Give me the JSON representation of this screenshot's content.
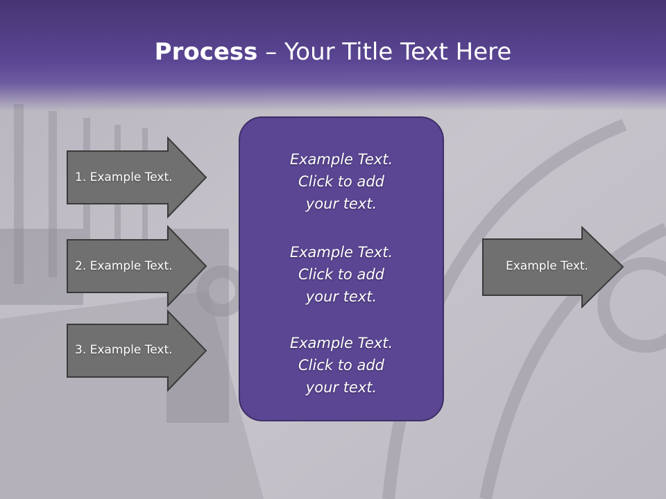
{
  "slide": {
    "title": {
      "bold": "Process",
      "separator": " – ",
      "rest": "Your Title Text Here"
    },
    "left_arrows": [
      {
        "label": "1. Example Text."
      },
      {
        "label": "2. Example Text."
      },
      {
        "label": "3. Example Text."
      }
    ],
    "center_blocks": [
      {
        "text": "Example Text.\nClick  to add\nyour text."
      },
      {
        "text": "Example Text.\nClick  to add\nyour text."
      },
      {
        "text": "Example Text.\nClick  to add\nyour text."
      }
    ],
    "right_arrow": {
      "label": "Example Text."
    },
    "colors": {
      "header": "#5a4693",
      "center_box": "#5a4693",
      "arrow_fill": "#6e6e6e",
      "arrow_stroke": "#3a3a3a",
      "text": "#ffffff"
    }
  }
}
